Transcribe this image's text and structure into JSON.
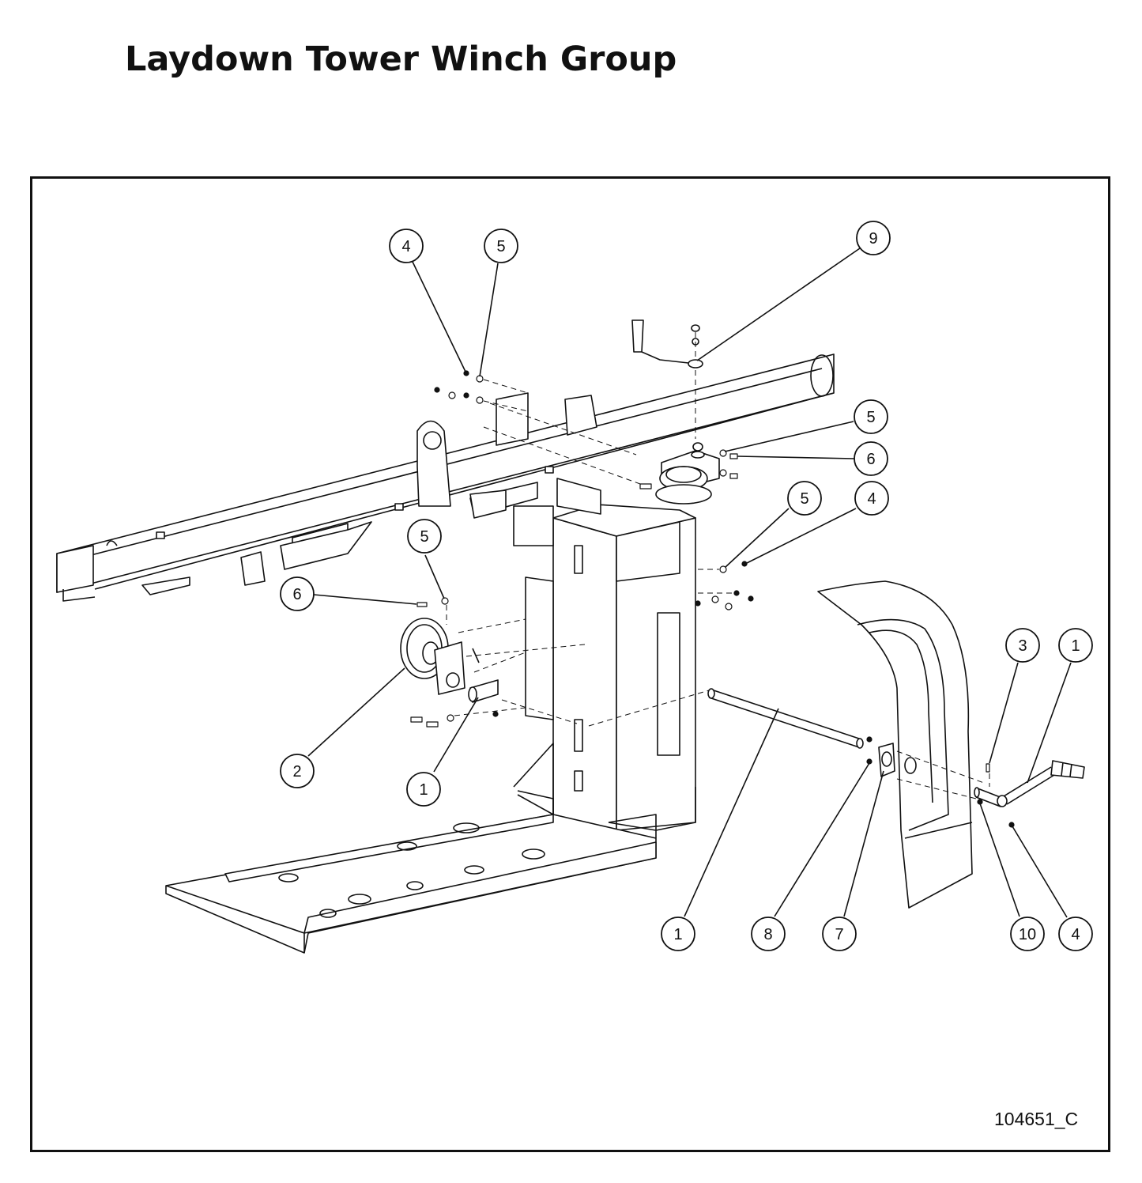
{
  "title": "Laydown Tower Winch Group",
  "drawing_number": "104651_C",
  "callouts": [
    {
      "id": "c1",
      "label": "4"
    },
    {
      "id": "c2",
      "label": "5"
    },
    {
      "id": "c3",
      "label": "9"
    },
    {
      "id": "c4",
      "label": "5"
    },
    {
      "id": "c5",
      "label": "6"
    },
    {
      "id": "c6",
      "label": "5"
    },
    {
      "id": "c7",
      "label": "4"
    },
    {
      "id": "c8",
      "label": "5"
    },
    {
      "id": "c9",
      "label": "6"
    },
    {
      "id": "c10",
      "label": "3"
    },
    {
      "id": "c11",
      "label": "1"
    },
    {
      "id": "c12",
      "label": "2"
    },
    {
      "id": "c13",
      "label": "1"
    },
    {
      "id": "c14",
      "label": "1"
    },
    {
      "id": "c15",
      "label": "8"
    },
    {
      "id": "c16",
      "label": "7"
    },
    {
      "id": "c17",
      "label": "10"
    },
    {
      "id": "c18",
      "label": "4"
    }
  ],
  "colors": {
    "line": "#111111",
    "background": "#ffffff"
  }
}
